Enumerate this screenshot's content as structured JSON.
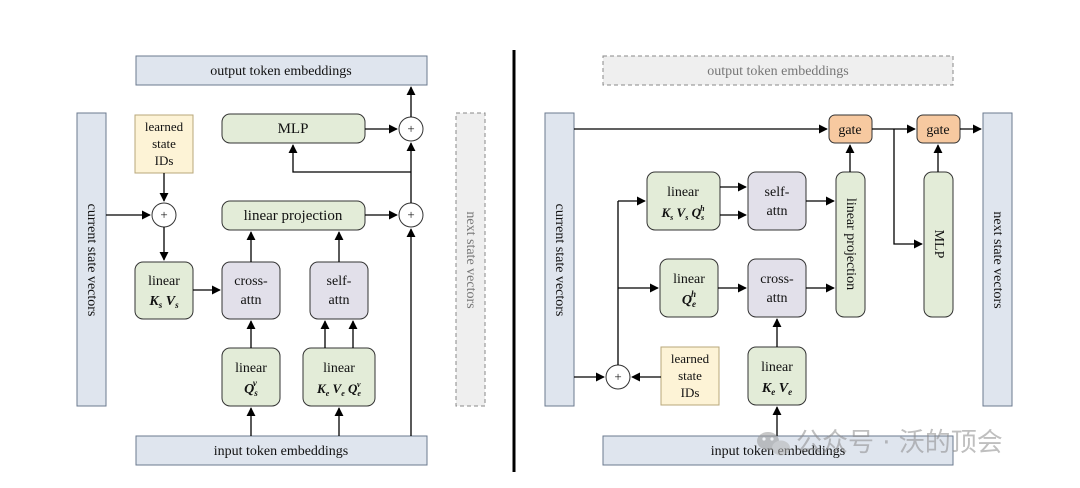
{
  "left": {
    "output": "output token embeddings",
    "input": "input token embeddings",
    "current_state": "current state vectors",
    "next_state": "next state vectors",
    "learned_ids": [
      "learned",
      "state",
      "IDs"
    ],
    "mlp": "MLP",
    "linear_projection": "linear projection",
    "plus": "+",
    "linear_ks": {
      "word": "linear",
      "formula": "K",
      "sub1": "s",
      "formula2": "V",
      "sub2": "s"
    },
    "cross_attn": [
      "cross-",
      "attn"
    ],
    "self_attn": [
      "self-",
      "attn"
    ],
    "linear_qs": {
      "word": "linear",
      "formula": "Q",
      "sub": "s",
      "sup": "v"
    },
    "linear_ke": {
      "word": "linear",
      "k": "K",
      "ksub": "e",
      "v": "V",
      "vsub": "e",
      "q": "Q",
      "qsub": "e",
      "qsup": "v"
    }
  },
  "right": {
    "output": "output token embeddings",
    "input": "input token embeddings",
    "current_state": "current state vectors",
    "next_state": "next state vectors",
    "learned_ids": [
      "learned",
      "state",
      "IDs"
    ],
    "gate": "gate",
    "mlp": "MLP",
    "linear_projection": "linear projection",
    "plus": "+",
    "linear_top": {
      "word": "linear",
      "k": "K",
      "ksub": "s",
      "v": "V",
      "vsub": "s",
      "q": "Q",
      "qsub": "s",
      "qsup": "h"
    },
    "self_attn": [
      "self-",
      "attn"
    ],
    "linear_qe": {
      "word": "linear",
      "q": "Q",
      "qsub": "e",
      "qsup": "h"
    },
    "cross_attn": [
      "cross-",
      "attn"
    ],
    "linear_ke": {
      "word": "linear",
      "k": "K",
      "ksub": "e",
      "v": "V",
      "vsub": "e"
    }
  },
  "watermark": "公众号 · 沃的顶会",
  "colors": {
    "blue_box": "#dfe5ee",
    "green_box": "#e3ecd8",
    "purple_box": "#e2e0ea",
    "yellow_box": "#fdf3d6",
    "orange_gate": "#f7c9a0",
    "dashed_box": "#efefef"
  }
}
